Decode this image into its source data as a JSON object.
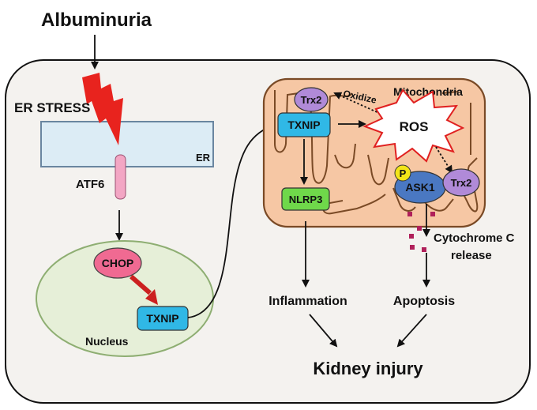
{
  "labels": {
    "albuminuria": "Albuminuria",
    "er_stress": "ER STRESS",
    "er": "ER",
    "atf6": "ATF6",
    "chop": "CHOP",
    "txnip_nucleus": "TXNIP",
    "nucleus": "Nucleus",
    "mitochondria": "Mitochondria",
    "trx2_top": "Trx2",
    "oxidize": "Oxidize",
    "txnip_mito": "TXNIP",
    "ros": "ROS",
    "p": "P",
    "ask1": "ASK1",
    "trx2_bottom": "Trx2",
    "nlrp3": "NLRP3",
    "cytochrome_line1": "Cytochrome C",
    "cytochrome_line2": "release",
    "inflammation": "Inflammation",
    "apoptosis": "Apoptosis",
    "kidney_injury": "Kidney injury"
  },
  "colors": {
    "cell_fill": "#f4f2ef",
    "er_fill": "#dcecf5",
    "er_stroke": "#6a86a0",
    "nucleus_fill": "#e6efd8",
    "nucleus_stroke": "#8eae72",
    "mito_fill": "#f6c7a4",
    "mito_stroke": "#7a4a26",
    "txnip_fill": "#30b8e6",
    "chop_fill": "#f06a92",
    "trx2_fill": "#b08ad8",
    "ask1_fill": "#4a78c2",
    "p_fill": "#f2e418",
    "nlrp3_fill": "#6fd84a",
    "lightning": "#e8231e",
    "ros_stroke": "#e02020",
    "atf6_fill": "#f3a6c4",
    "cyto_dots": "#b0205a"
  }
}
